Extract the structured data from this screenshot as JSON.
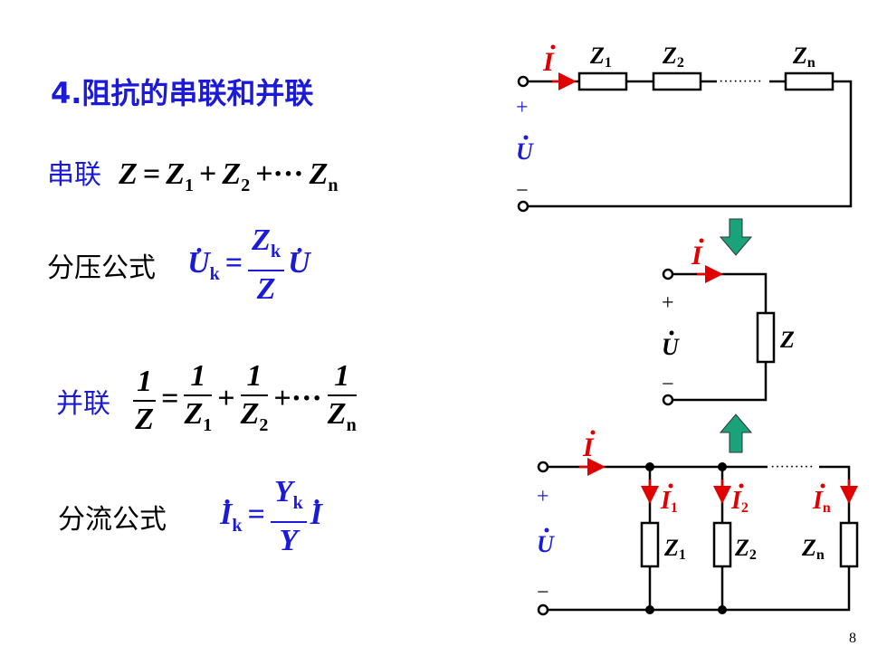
{
  "title": "4.阻抗的串联和并联",
  "series": {
    "label": "串联",
    "formula": {
      "lhs": "Z",
      "eq": "=",
      "t1": "Z",
      "s1": "1",
      "plus1": "+",
      "t2": "Z",
      "s2": "2",
      "plus2": "+···",
      "tn": "Z",
      "sn": "n"
    }
  },
  "divider": {
    "label": "分压公式",
    "lhs": "U",
    "lhs_sub": "k",
    "eq": "=",
    "num": "Z",
    "num_sub": "k",
    "den": "Z",
    "rhs": "U"
  },
  "parallel": {
    "label": "并联",
    "n0": "1",
    "d0": "Z",
    "eq": "=",
    "n1": "1",
    "d1": "Z",
    "ds1": "1",
    "plus1": "+",
    "n2": "1",
    "d2": "Z",
    "ds2": "2",
    "plus2": "+···",
    "n3": "1",
    "d3": "Z",
    "ds3": "n"
  },
  "current_divider": {
    "label": "分流公式",
    "lhs": "I",
    "lhs_sub": "k",
    "eq": "=",
    "num": "Y",
    "num_sub": "k",
    "den": "Y",
    "rhs": "I"
  },
  "circuit": {
    "current": "I",
    "z": "Z",
    "s1": "1",
    "s2": "2",
    "sn": "n",
    "voltage": "U",
    "plus": "+",
    "minus": "−",
    "dots": "·········"
  },
  "page_number": "8"
}
